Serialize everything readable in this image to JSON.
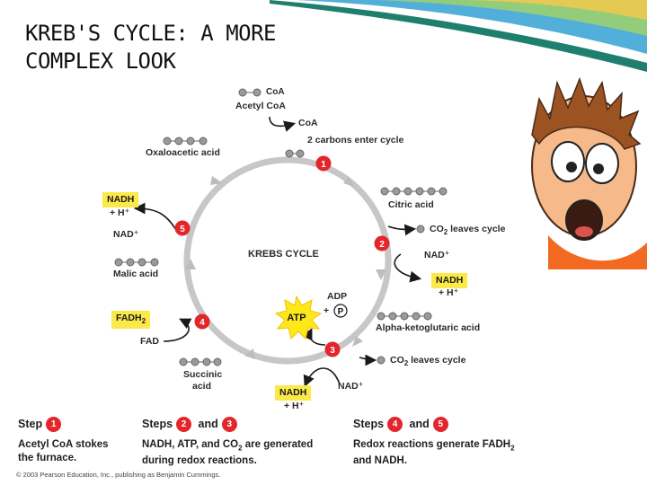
{
  "slide": {
    "title_line1": "KREB'S CYCLE: A MORE",
    "title_line2": "COMPLEX LOOK"
  },
  "diagram": {
    "center_label": "KREBS CYCLE",
    "molecules": {
      "coa_top": "CoA",
      "acetyl_coa": "Acetyl CoA",
      "coa_released": "CoA",
      "two_carbons": "2 carbons enter cycle",
      "oxaloacetic": "Oxaloacetic acid",
      "citric": "Citric acid",
      "co2_1": "CO",
      "co2_1_sub": "2",
      "co2_1_rest": " leaves cycle",
      "malic": "Malic acid",
      "alpha_kg": "Alpha-ketoglutaric acid",
      "co2_2": "CO",
      "co2_2_sub": "2",
      "co2_2_rest": " leaves cycle",
      "succinic_1": "Succinic",
      "succinic_2": "acid"
    },
    "carriers": {
      "nadh_left": "NADH",
      "h_left": "+ H⁺",
      "nad_left": "NAD⁺",
      "nad_right": "NAD⁺",
      "nadh_right": "NADH",
      "h_right": "+ H⁺",
      "fadh2": "FADH",
      "fadh2_sub": "2",
      "fad": "FAD",
      "adp": "ADP",
      "plus": "+",
      "pi": "P",
      "atp": "ATP",
      "nad_bottom": "NAD⁺",
      "nadh_bottom": "NADH",
      "h_bottom": "+ H⁺"
    },
    "step_numbers": [
      "1",
      "2",
      "3",
      "4",
      "5"
    ],
    "colors": {
      "cycle": "#c7c7c7",
      "badge": "#e2262b",
      "highlight": "#fbe94a",
      "arrow": "#1a1a1a",
      "atp_star": "#ffe81a"
    }
  },
  "steps": {
    "step1_head": "Step",
    "step1_num": "1",
    "step1_text1": "Acetyl CoA stokes",
    "step1_text2": "the furnace.",
    "step23_head": "Steps",
    "step23_num_a": "2",
    "step23_and": "and",
    "step23_num_b": "3",
    "step23_text1a": "NADH, ATP, and CO",
    "step23_text1_sub": "2",
    "step23_text1b": " are generated",
    "step23_text2": "during redox reactions.",
    "step45_head": "Steps",
    "step45_num_a": "4",
    "step45_and": "and",
    "step45_num_b": "5",
    "step45_text1a": "Redox  reactions  generate  FADH",
    "step45_text1_sub": "2",
    "step45_text2": "and NADH."
  },
  "footer": {
    "copyright": "© 2003 Pearson Education, Inc., publishing as Benjamin Cummings."
  }
}
